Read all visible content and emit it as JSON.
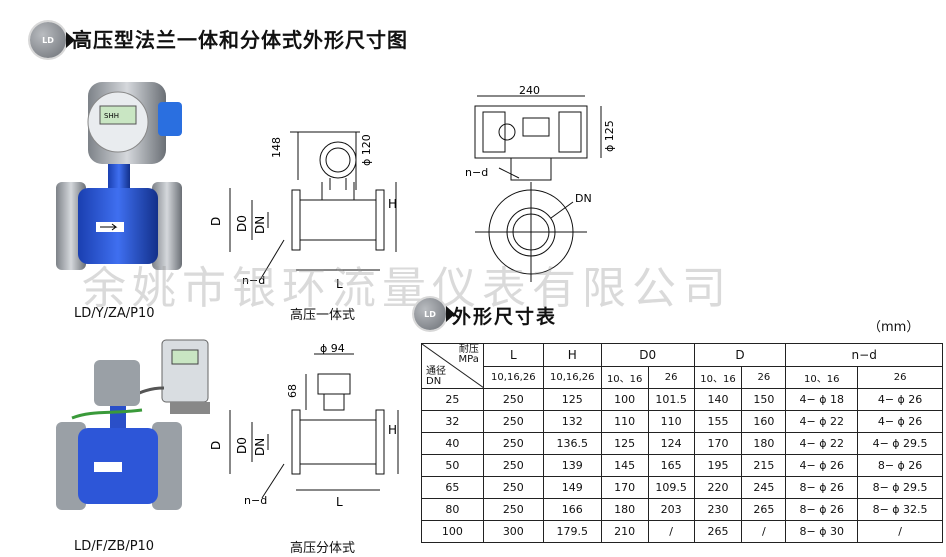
{
  "header": {
    "badge": "LD",
    "title": "高压型法兰一体和分体式外形尺寸图"
  },
  "products": {
    "integrated_model": "LD/Y/ZA/P10",
    "split_model": "LD/F/ZB/P10",
    "display_brand": "SHH"
  },
  "diagrams": {
    "integrated_caption": "高压一体式",
    "split_caption": "高压分体式",
    "labels": {
      "d148": "148",
      "phi120": "ϕ 120",
      "d240": "240",
      "phi125": "ϕ 125",
      "phi94": "ϕ 94",
      "d68": "68",
      "D": "D",
      "D0": "D0",
      "DN": "DN",
      "H": "H",
      "L": "L",
      "nd": "n−d"
    }
  },
  "watermark": "余姚市银环流量仪表有限公司",
  "table": {
    "badge": "LD",
    "title": "外形尺寸表",
    "unit": "（mm）",
    "diag_top": "耐压",
    "diag_top2": "MPa",
    "diag_bottom": "通径",
    "diag_bottom2": "DN",
    "headers": [
      "L",
      "H",
      "D0",
      "D",
      "n−d"
    ],
    "subheaders": [
      "10,16,26",
      "10,16,26",
      "10、16",
      "26",
      "10、16",
      "26",
      "10、16",
      "26"
    ],
    "rows": [
      [
        "25",
        "250",
        "125",
        "100",
        "101.5",
        "140",
        "150",
        "4− ϕ 18",
        "4− ϕ 26"
      ],
      [
        "32",
        "250",
        "132",
        "110",
        "110",
        "155",
        "160",
        "4− ϕ 22",
        "4− ϕ 26"
      ],
      [
        "40",
        "250",
        "136.5",
        "125",
        "124",
        "170",
        "180",
        "4− ϕ 22",
        "4− ϕ 29.5"
      ],
      [
        "50",
        "250",
        "139",
        "145",
        "165",
        "195",
        "215",
        "4− ϕ 26",
        "8− ϕ 26"
      ],
      [
        "65",
        "250",
        "149",
        "170",
        "109.5",
        "220",
        "245",
        "8− ϕ 26",
        "8− ϕ 29.5"
      ],
      [
        "80",
        "250",
        "166",
        "180",
        "203",
        "230",
        "265",
        "8− ϕ 26",
        "8− ϕ 32.5"
      ],
      [
        "100",
        "300",
        "179.5",
        "210",
        "/",
        "265",
        "/",
        "8− ϕ 30",
        "/"
      ]
    ]
  }
}
